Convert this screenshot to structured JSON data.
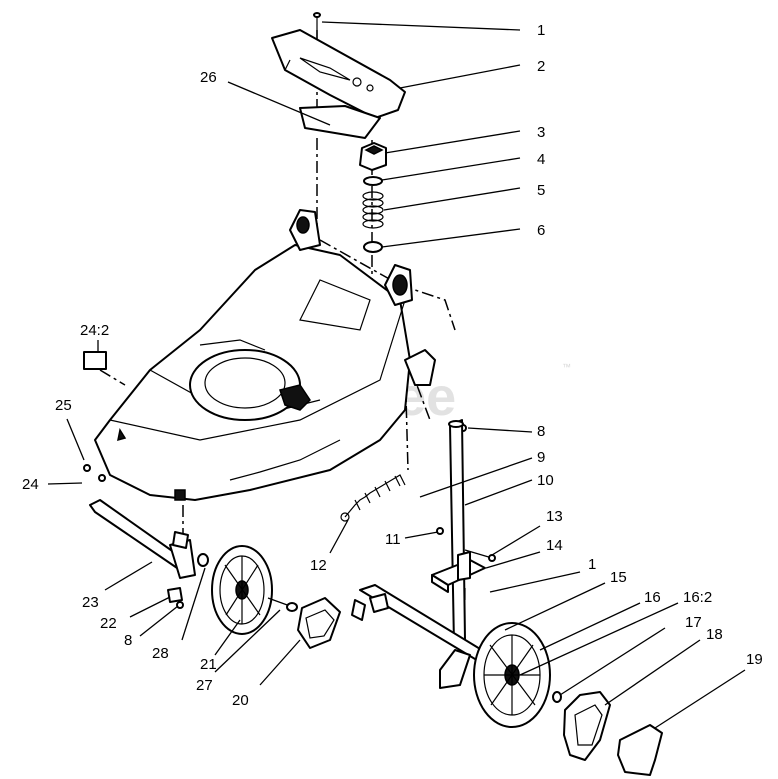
{
  "watermark": {
    "text": "PartsTree",
    "trademark": "™"
  },
  "callouts": [
    {
      "id": "c1a",
      "text": "1"
    },
    {
      "id": "c2",
      "text": "2"
    },
    {
      "id": "c26",
      "text": "26"
    },
    {
      "id": "c3",
      "text": "3"
    },
    {
      "id": "c4",
      "text": "4"
    },
    {
      "id": "c5",
      "text": "5"
    },
    {
      "id": "c6",
      "text": "6"
    },
    {
      "id": "c24_2",
      "text": "24:2"
    },
    {
      "id": "c25",
      "text": "25"
    },
    {
      "id": "c24",
      "text": "24"
    },
    {
      "id": "c8a",
      "text": "8"
    },
    {
      "id": "c9",
      "text": "9"
    },
    {
      "id": "c10",
      "text": "10"
    },
    {
      "id": "c11",
      "text": "11"
    },
    {
      "id": "c12",
      "text": "12"
    },
    {
      "id": "c13",
      "text": "13"
    },
    {
      "id": "c14",
      "text": "14"
    },
    {
      "id": "c1b",
      "text": "1"
    },
    {
      "id": "c15",
      "text": "15"
    },
    {
      "id": "c16",
      "text": "16"
    },
    {
      "id": "c16_2",
      "text": "16:2"
    },
    {
      "id": "c17",
      "text": "17"
    },
    {
      "id": "c18",
      "text": "18"
    },
    {
      "id": "c19",
      "text": "19"
    },
    {
      "id": "c23",
      "text": "23"
    },
    {
      "id": "c22",
      "text": "22"
    },
    {
      "id": "c8b",
      "text": "8"
    },
    {
      "id": "c28",
      "text": "28"
    },
    {
      "id": "c21",
      "text": "21"
    },
    {
      "id": "c27",
      "text": "27"
    },
    {
      "id": "c20",
      "text": "20"
    }
  ]
}
